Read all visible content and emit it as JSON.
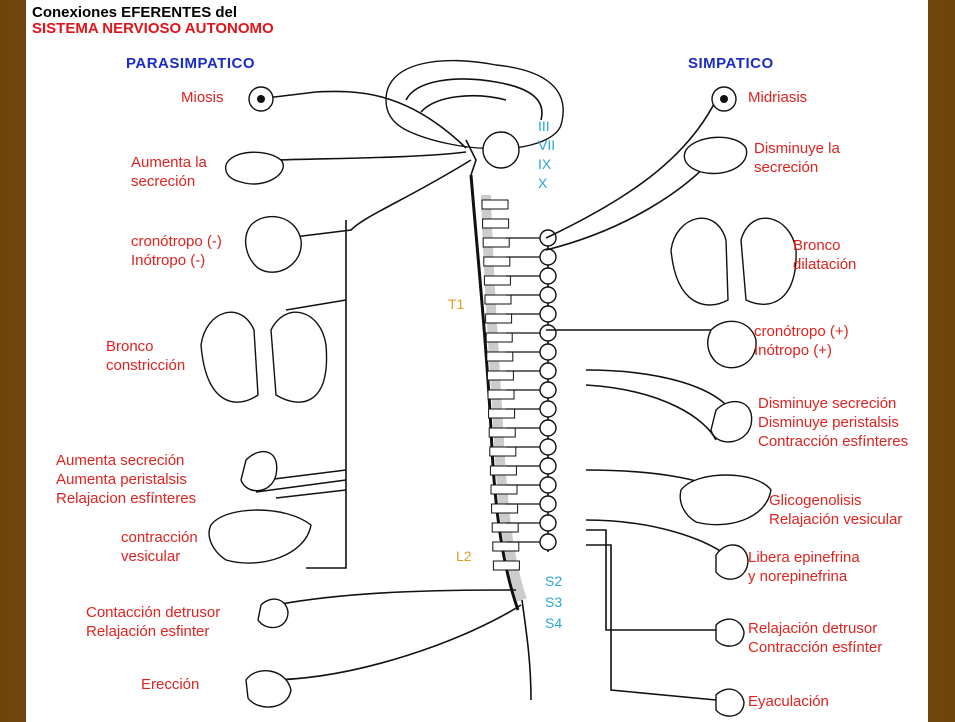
{
  "title": {
    "line1": "Conexiones EFERENTES del",
    "line2": "SISTEMA NERVIOSO AUTONOMO"
  },
  "headers": {
    "left": "PARASIMPATICO",
    "right": "SIMPATICO"
  },
  "cranial_nerves": [
    "III",
    "VII",
    "IX",
    "X"
  ],
  "sacral_nerves": [
    "S2",
    "S3",
    "S4"
  ],
  "segments": {
    "t1": "T1",
    "l2": "L2"
  },
  "parasympathetic": [
    {
      "text": "Miosis"
    },
    {
      "text": "Aumenta la\nsecreción"
    },
    {
      "text": "cronótropo (-)\nInótropo (-)"
    },
    {
      "text": "Bronco\nconstricción"
    },
    {
      "text": "Aumenta secreción\nAumenta peristalsis\nRelajacion esfínteres"
    },
    {
      "text": "contracción\nvesicular"
    },
    {
      "text": "Contacción detrusor\nRelajación esfinter"
    },
    {
      "text": "Erección"
    }
  ],
  "sympathetic": [
    {
      "text": "Midriasis"
    },
    {
      "text": "Disminuye la\nsecreción"
    },
    {
      "text": "Bronco\ndilatación"
    },
    {
      "text": "cronótropo (+)\nInótropo (+)"
    },
    {
      "text": "Disminuye secreción\nDisminuye peristalsis\nContracción esfínteres"
    },
    {
      "text": "Glicogenolisis\nRelajación vesicular"
    },
    {
      "text": "Libera epinefrina\ny norepinefrina"
    },
    {
      "text": "Relajación detrusor\nContracción esfínter"
    },
    {
      "text": "Eyaculación"
    }
  ],
  "colors": {
    "label": "#e0231f",
    "header": "#1a2cc4",
    "nerve": "#29a7d8",
    "segment": "#e09a2a",
    "frame": "#8a5a12"
  }
}
